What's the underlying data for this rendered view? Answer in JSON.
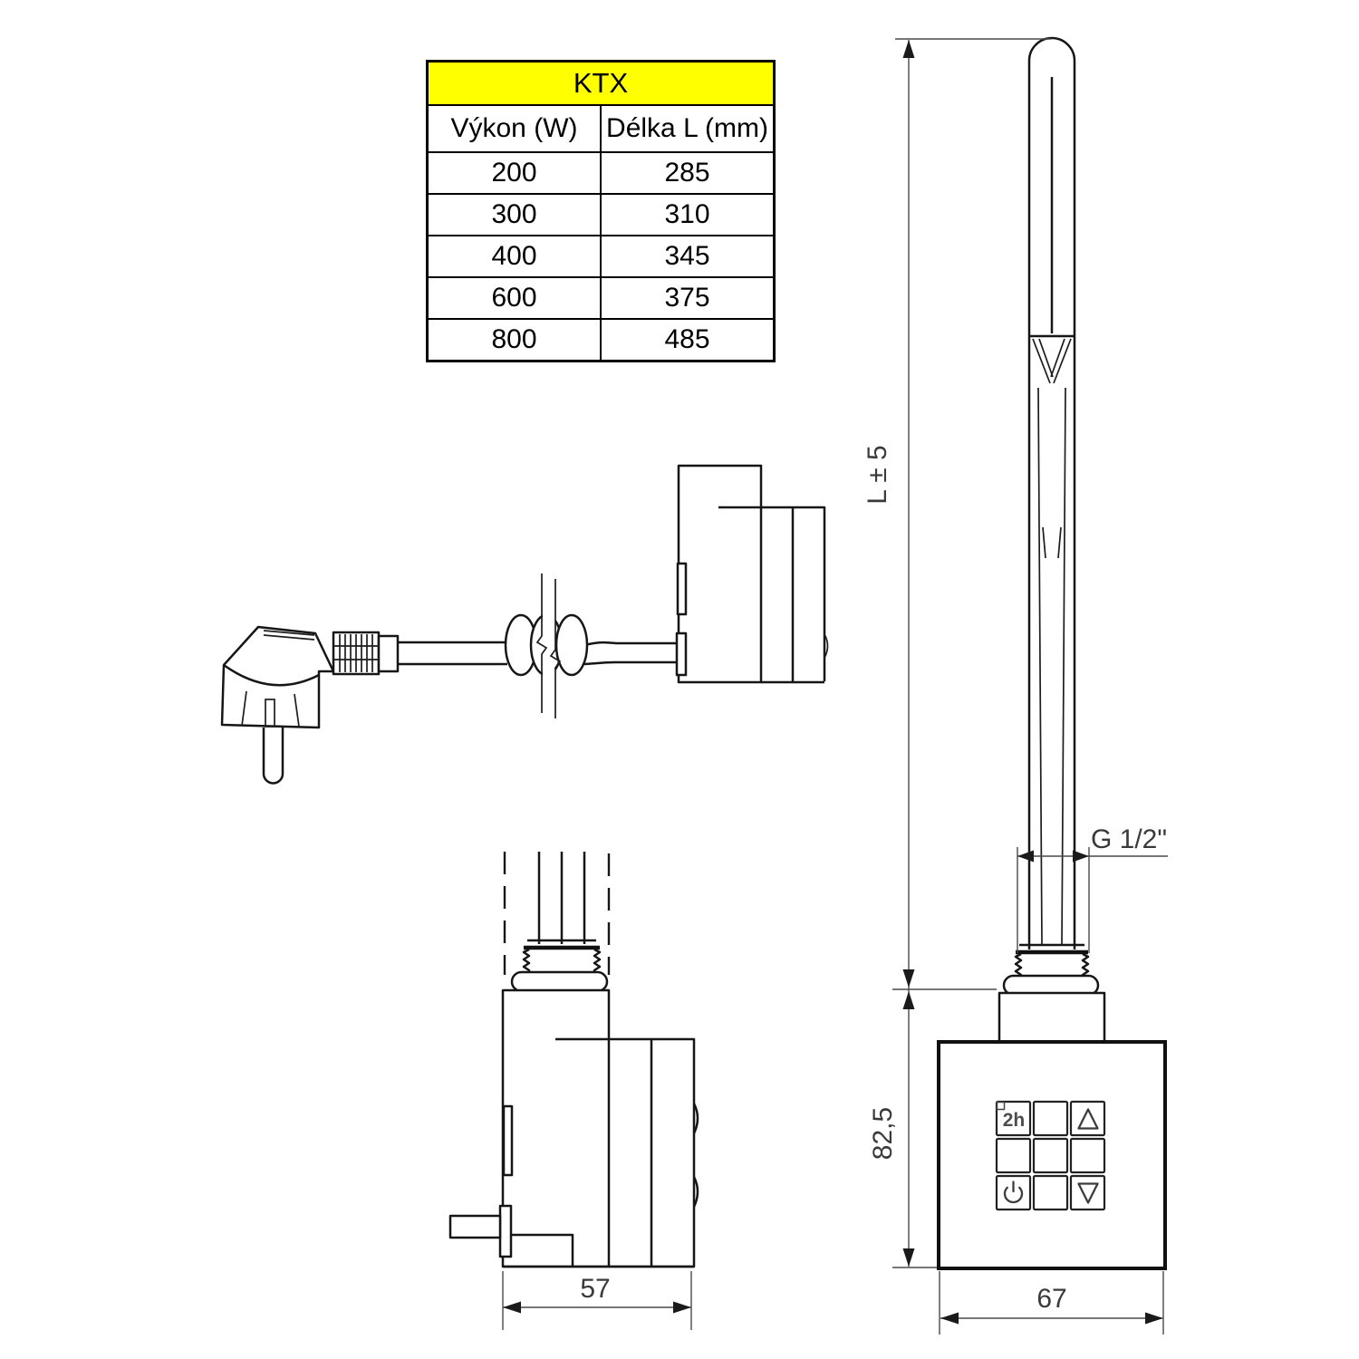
{
  "table": {
    "title": "KTX",
    "columns": {
      "power": "Výkon (W)",
      "length": "Délka L (mm)"
    },
    "rows": [
      {
        "power": "200",
        "length": "285"
      },
      {
        "power": "300",
        "length": "310"
      },
      {
        "power": "400",
        "length": "345"
      },
      {
        "power": "600",
        "length": "375"
      },
      {
        "power": "800",
        "length": "485"
      }
    ]
  },
  "dimensions": {
    "element_length": "L ± 5",
    "thread": "G 1/2\"",
    "body_height": "82,5",
    "body_width": "67",
    "body_depth": "57"
  },
  "keypad": {
    "timer_button": "2h"
  },
  "colors": {
    "table_header_bg": "#ffff00",
    "drawing_line": "#161616",
    "dimension_line": "#4a4a4a"
  }
}
